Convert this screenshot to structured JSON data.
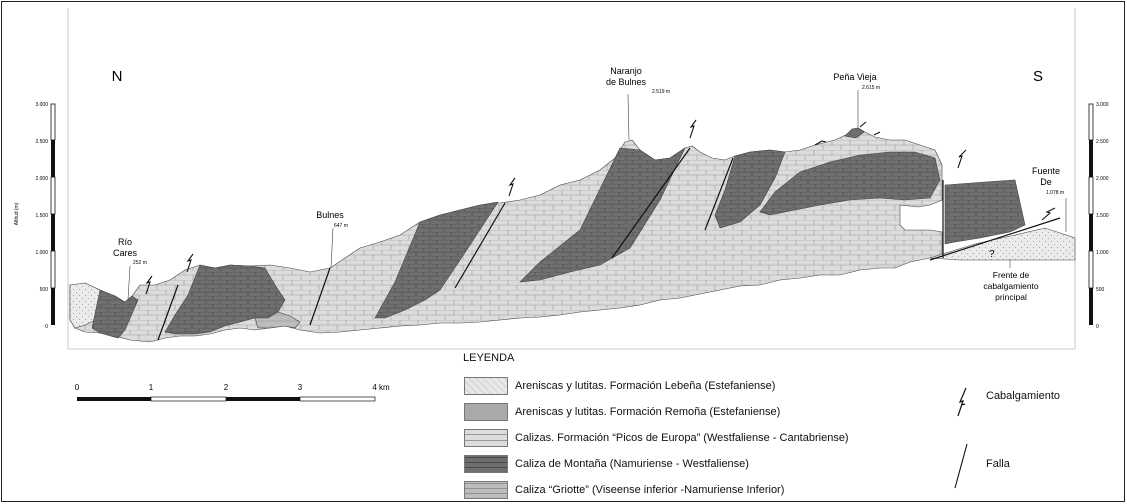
{
  "compass": {
    "north": "N",
    "south": "S"
  },
  "axis": {
    "left_title": "Altitud (m)",
    "ticks": [
      "3.000",
      "2.500",
      "2.000",
      "1.500",
      "1.000",
      "500",
      "0"
    ]
  },
  "places": {
    "rio_cares": {
      "name1": "Río",
      "name2": "Cares",
      "alt": "252 m"
    },
    "bulnes": {
      "name": "Bulnes",
      "alt": "647 m"
    },
    "naranjo": {
      "name1": "Naranjo",
      "name2": "de Bulnes",
      "alt": "2.519 m"
    },
    "pena_vieja": {
      "name": "Peña Vieja",
      "alt": "2.615 m"
    },
    "fuente_de": {
      "name1": "Fuente",
      "name2": "De",
      "alt": "1.078 m"
    }
  },
  "annotations": {
    "question": "?",
    "frente": [
      "Frente de",
      "cabalgamiento",
      "principal"
    ]
  },
  "scale_bar": {
    "labels": [
      "0",
      "1",
      "2",
      "3",
      "4 km"
    ]
  },
  "legend": {
    "title": "LEYENDA",
    "items": [
      {
        "label": "Areniscas y lutitas. Formación Lebeña (Estefaniense)"
      },
      {
        "label": "Areniscas y lutitas. Formación Remoña (Estefaniense)"
      },
      {
        "label": "Calizas. Formación “Picos de Europa” (Westfaliense - Cantabriense)"
      },
      {
        "label": "Caliza de Montaña (Namuriense - Westfaliense)"
      },
      {
        "label": "Caliza “Griotte” (Viseense inferior -Namuriense Inferior)"
      }
    ],
    "symbols": [
      {
        "label": "Cabalgamiento"
      },
      {
        "label": "Falla"
      }
    ]
  },
  "colors": {
    "lebena": "#e6e6e6",
    "remona": "#a9a9a9",
    "picos": "#d9d9d9",
    "montana": "#6e6e6e",
    "griotte": "#bcbcbc"
  }
}
